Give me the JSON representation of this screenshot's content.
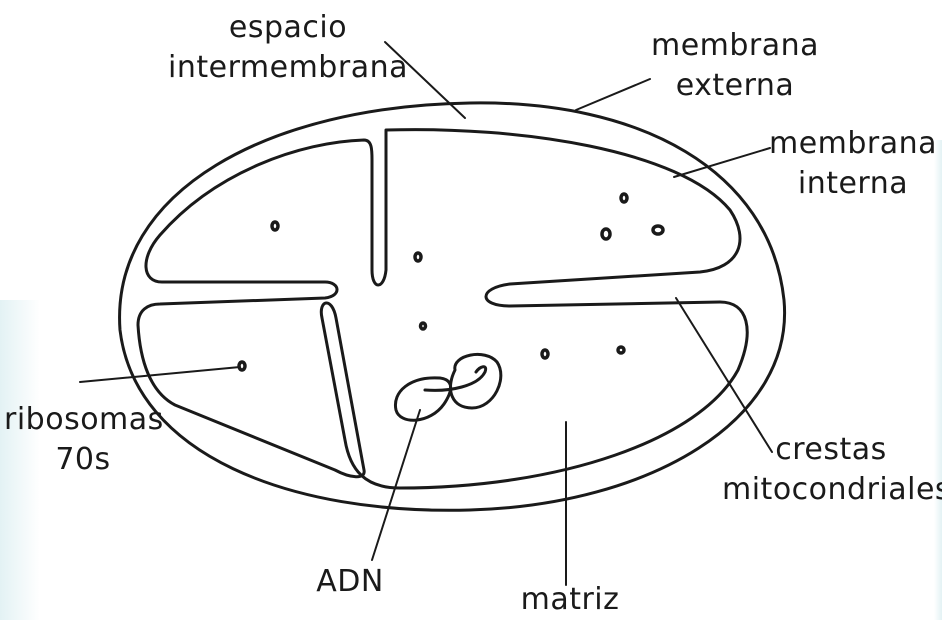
{
  "diagram": {
    "labels": {
      "espacio_line1": "espacio",
      "espacio_line2": "intermembrana",
      "membrana_externa_line1": "membrana",
      "membrana_externa_line2": "externa",
      "membrana_interna_line1": "membrana",
      "membrana_interna_line2": "interna",
      "crestas_line1": "crestas",
      "crestas_line2": "mitocondriales",
      "ribosomas_line1": "ribosomas",
      "ribosomas_line2": "70s",
      "adn": "ADN",
      "matriz": "matriz"
    },
    "colors": {
      "ink": "#1a1a1a",
      "background": "#ffffff",
      "tint": "#e3f2f4"
    }
  }
}
